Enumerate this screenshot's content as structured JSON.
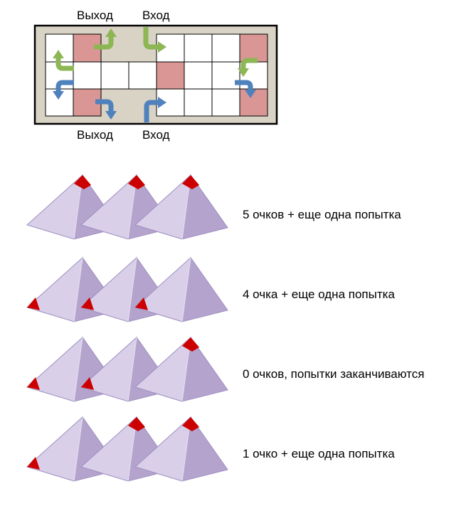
{
  "board": {
    "rows": 3,
    "cols": 8,
    "highlighted_cells": [
      [
        0,
        1
      ],
      [
        0,
        7
      ],
      [
        1,
        4
      ],
      [
        2,
        1
      ],
      [
        2,
        7
      ]
    ],
    "colors": {
      "frame": "#d8d3c4",
      "border": "#000000",
      "cell": "#ffffff",
      "highlight": "#d99694",
      "green_arrow": "#8db654",
      "blue_arrow": "#4f81bd"
    },
    "labels": {
      "top_exit": "Выход",
      "top_entry": "Вход",
      "bottom_exit": "Выход",
      "bottom_entry": "Вход"
    }
  },
  "pyramids": {
    "colors": {
      "front_face": "#d9cfe8",
      "side_face": "#b3a3cd",
      "edge": "#9f8fc0",
      "mark": "#cc0000"
    },
    "rows": [
      {
        "marks": [
          "top",
          "top",
          "top"
        ],
        "caption": "5 очков + еще одна попытка"
      },
      {
        "marks": [
          "left",
          "left",
          "left"
        ],
        "caption": "4 очка + еще одна попытка"
      },
      {
        "marks": [
          "left",
          "left",
          "top"
        ],
        "caption": "0 очков, попытки заканчиваются"
      },
      {
        "marks": [
          "left",
          "top",
          "top"
        ],
        "caption": "1 очко + еще одна попытка"
      }
    ]
  }
}
